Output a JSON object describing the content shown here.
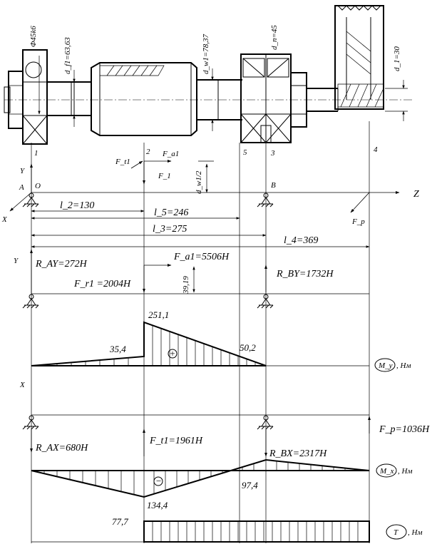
{
  "drawing": {
    "dims": {
      "d_bearing_left": "Φ45k6",
      "d_f1": "d_f1=63,63",
      "d_w1": "d_w1=78,37",
      "d_n": "d_n=45",
      "d_out": "d_1=30"
    },
    "points": [
      "1",
      "2",
      "5",
      "3",
      "4"
    ]
  },
  "scheme": {
    "labels": {
      "Ft1": "F_t1",
      "Fa1": "F_a1",
      "Fr1": "F_1",
      "dw_half": "d_w1/2",
      "Y": "Y",
      "A": "A",
      "O": "O",
      "B": "B",
      "Z": "Z",
      "X": "X",
      "Fp": "F_p"
    },
    "lengths": {
      "l2": "l_2=130",
      "l5": "l_5=246",
      "l3": "l_3=275",
      "l4": "l_4=369"
    }
  },
  "vertical": {
    "Y": "Y",
    "RAY": "R_AY=272H",
    "Fa1": "F_a1=5506H",
    "Fr1": "F_r1 =2004H",
    "lever": "39,19",
    "RBY": "R_BY=1732H",
    "moments": {
      "peak": "251,1",
      "left": "35,4",
      "right": "50,2"
    },
    "sign": "+",
    "diagram_label": "M_y",
    "unit": ", Нм"
  },
  "horizontal": {
    "X": "X",
    "RAX": "R_AX=680H",
    "Ft1": "F_t1=1961H",
    "RBX": "R_BX=2317H",
    "Fp": "F_p=1036H",
    "moments": {
      "peak": "134,4",
      "right": "97,4"
    },
    "sign": "−",
    "diagram_label": "M_x",
    "unit": ", Нм"
  },
  "torque": {
    "value": "77,7",
    "diagram_label": "T",
    "unit": ", Нм"
  }
}
